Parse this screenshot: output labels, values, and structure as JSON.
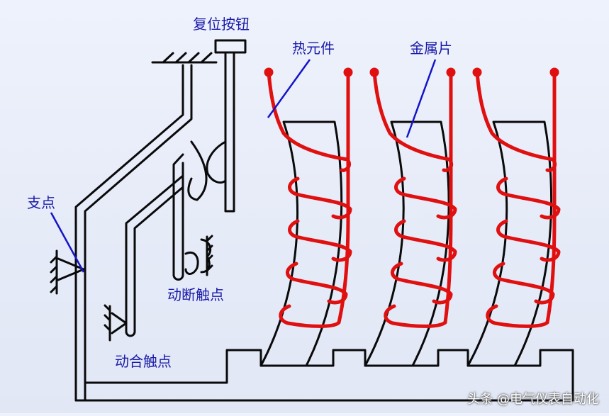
{
  "labels": {
    "reset_button": "复位按钮",
    "heating_element": "热元件",
    "metal_strip": "金属片",
    "pivot": "支点",
    "break_contact": "动断触点",
    "make_contact": "动合触点"
  },
  "watermark": "头条 @电气仪表自动化",
  "colors": {
    "line": "#0a0a0a",
    "heater": "#e01010",
    "label": "#1a1aa8",
    "leader": "#1414c8"
  }
}
